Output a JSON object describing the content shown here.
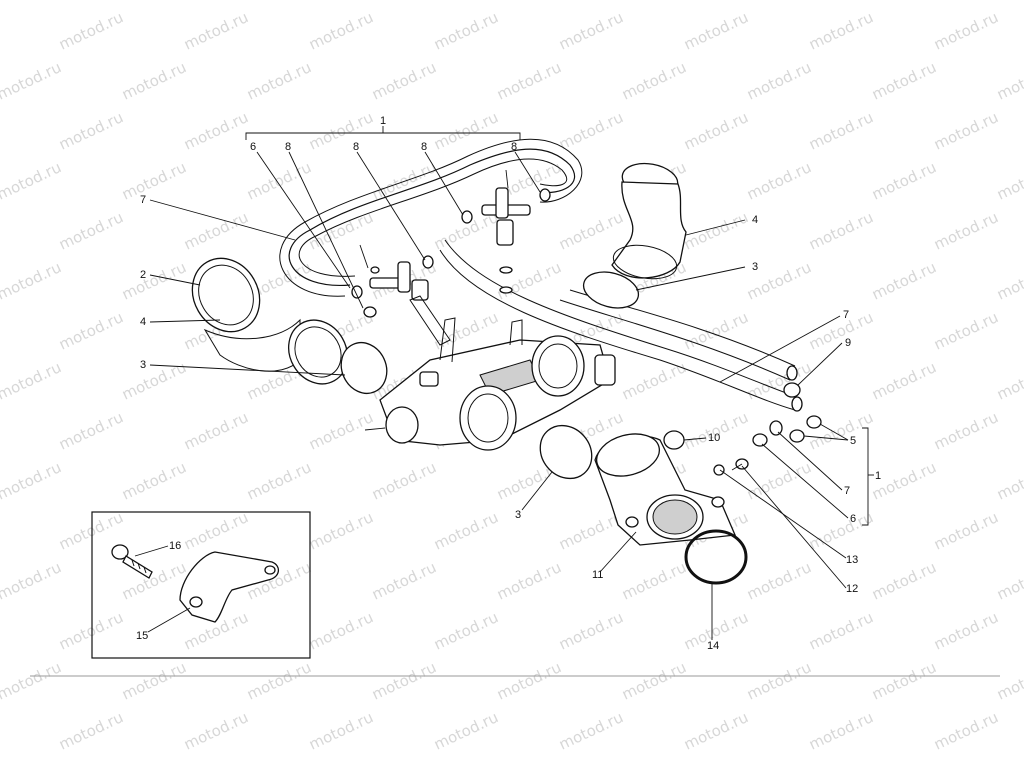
{
  "watermark": "motod.ru",
  "labels": {
    "group_top": "1",
    "group_right": "1",
    "l2": "2",
    "l3a": "3",
    "l3b": "3",
    "l3c": "3",
    "l4a": "4",
    "l4b": "4",
    "l5": "5",
    "l6a": "6",
    "l6b": "6",
    "l7a": "7",
    "l7b": "7",
    "l7c": "7",
    "l8a": "8",
    "l8b": "8",
    "l8c": "8",
    "l8d": "8",
    "l9": "9",
    "l10": "10",
    "l11": "11",
    "l12": "12",
    "l13": "13",
    "l14": "14",
    "l15": "15",
    "l16": "16"
  }
}
